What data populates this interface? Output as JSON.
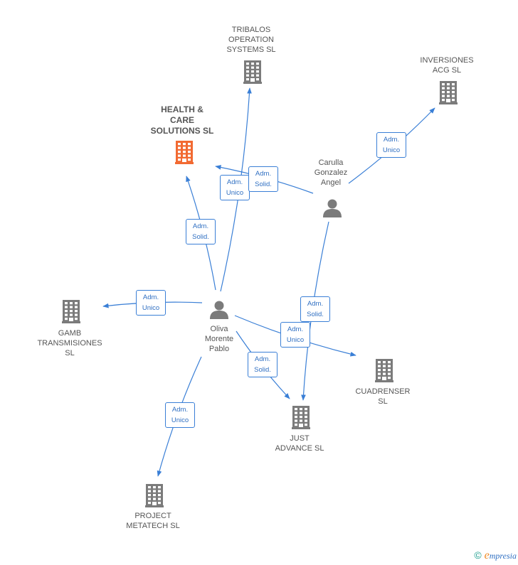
{
  "colors": {
    "edge": "#3a7fd6",
    "node": "#7b7b7b",
    "highlight": "#f26a32"
  },
  "companies": [
    {
      "id": "health",
      "label": "HEALTH &\nCARE\nSOLUTIONS SL",
      "highlight": true
    },
    {
      "id": "tribalos",
      "label": "TRIBALOS\nOPERATION\nSYSTEMS SL"
    },
    {
      "id": "inversiones",
      "label": "INVERSIONES\nACG SL"
    },
    {
      "id": "gamb",
      "label": "GAMB\nTRANSMISIONES\nSL"
    },
    {
      "id": "cuadrenser",
      "label": "CUADRENSER\nSL"
    },
    {
      "id": "just",
      "label": "JUST\nADVANCE SL"
    },
    {
      "id": "project",
      "label": "PROJECT\nMETATECH SL"
    }
  ],
  "persons": [
    {
      "id": "carulla",
      "label": "Carulla\nGonzalez\nAngel"
    },
    {
      "id": "oliva",
      "label": "Oliva\nMorente\nPablo"
    }
  ],
  "relations": [
    {
      "id": "e1",
      "from": "oliva",
      "to": "tribalos",
      "label": "Adm.\nUnico"
    },
    {
      "id": "e2",
      "from": "oliva",
      "to": "health",
      "label": "Adm.\nSolid."
    },
    {
      "id": "e3",
      "from": "carulla",
      "to": "health",
      "label": "Adm.\nSolid."
    },
    {
      "id": "e4",
      "from": "carulla",
      "to": "inversiones",
      "label": "Adm.\nUnico"
    },
    {
      "id": "e5",
      "from": "carulla",
      "to": "just",
      "label": "Adm.\nSolid."
    },
    {
      "id": "e6",
      "from": "oliva",
      "to": "gamb",
      "label": "Adm.\nUnico"
    },
    {
      "id": "e7",
      "from": "oliva",
      "to": "cuadrenser",
      "label": "Adm.\nUnico"
    },
    {
      "id": "e8",
      "from": "oliva",
      "to": "just",
      "label": "Adm.\nSolid."
    },
    {
      "id": "e9",
      "from": "oliva",
      "to": "project",
      "label": "Adm.\nUnico"
    }
  ],
  "footer": {
    "copyright_symbol": "©",
    "brand_initial": "e",
    "brand_rest": "mpresia"
  }
}
